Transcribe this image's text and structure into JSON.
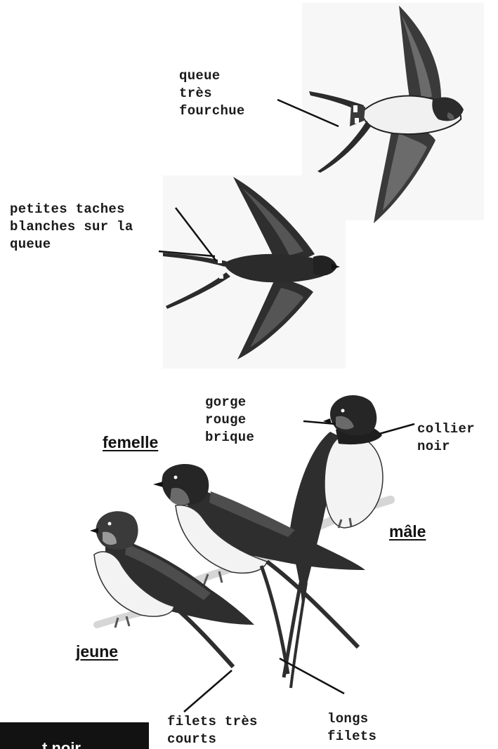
{
  "labels": {
    "tail_forked": "queue\ntrès\nfourchue",
    "tail_spots": "petites taches\nblanches sur la\nqueue",
    "throat": "gorge\nrouge\nbrique",
    "collar": "collier\nnoir",
    "short_streamers": "filets très\ncourts",
    "long_streamers": "longs\nfilets"
  },
  "sexes": {
    "female": "femelle",
    "male": "mâle",
    "juvenile": "jeune"
  },
  "footer_box": {
    "text": "t noir"
  },
  "colors": {
    "text": "#1a1a1a",
    "bird_dark": "#2b2b2b",
    "bird_light": "#f2f2f2",
    "throat": "#5a5a5a",
    "box": "#121212"
  }
}
